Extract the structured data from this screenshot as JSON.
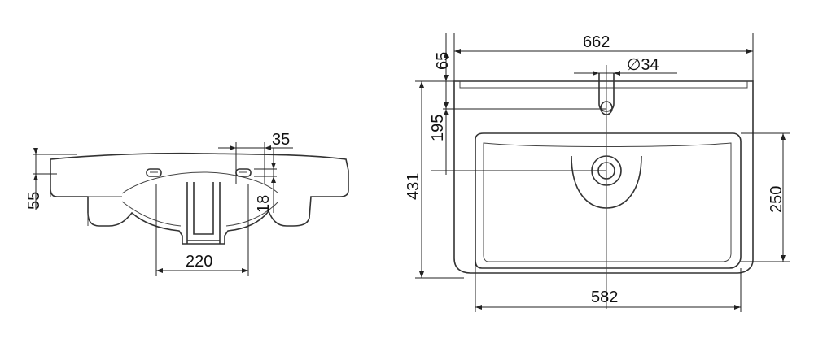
{
  "drawing": {
    "side_view": {
      "dim_height": "55",
      "dim_drain_width": "220",
      "dim_hole_offset": "35",
      "dim_hole_height": "18"
    },
    "top_view": {
      "dim_width": "662",
      "dim_depth": "431",
      "dim_rim": "65",
      "dim_tap_offset": "195",
      "dim_tap_hole": "∅34",
      "dim_bowl_depth": "250",
      "dim_bowl_width": "582"
    }
  }
}
